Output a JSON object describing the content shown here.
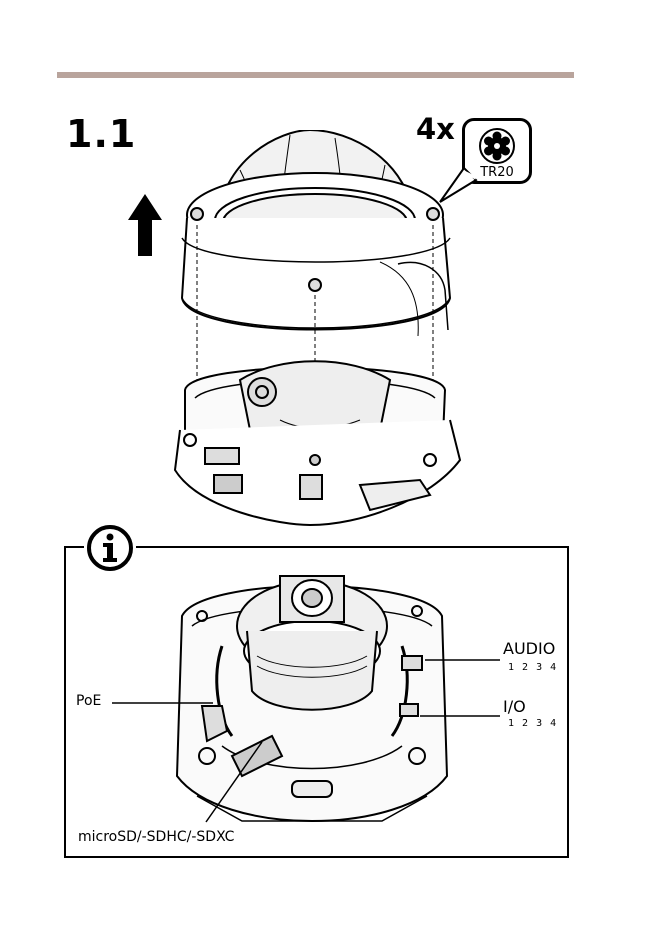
{
  "step": {
    "number": "1.1"
  },
  "tool": {
    "count": "4x",
    "bit_label": "TR20",
    "icon": "torx-bit-icon"
  },
  "icons": {
    "direction": "arrow-up-icon",
    "info": "info-icon"
  },
  "callouts": {
    "audio": {
      "label": "AUDIO",
      "pins": "1 2 3 4"
    },
    "io": {
      "label": "I/O",
      "pins": "1 2 3 4"
    },
    "poe": {
      "label": "PoE"
    },
    "sd": {
      "label": "microSD/-SDHC/-SDXC"
    }
  },
  "colors": {
    "rule": "#b9a49c",
    "line": "#000000"
  }
}
